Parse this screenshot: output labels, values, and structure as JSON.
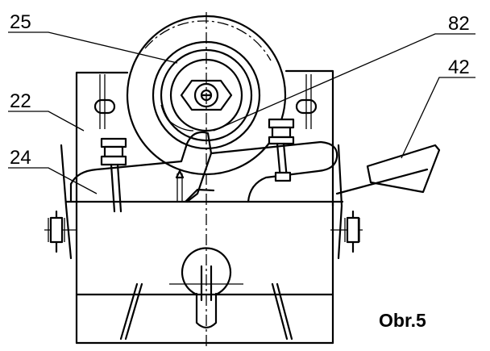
{
  "figure": {
    "caption": "Obr.5",
    "callouts": {
      "c25": "25",
      "c82": "82",
      "c22": "22",
      "c42": "42",
      "c24": "24"
    }
  }
}
